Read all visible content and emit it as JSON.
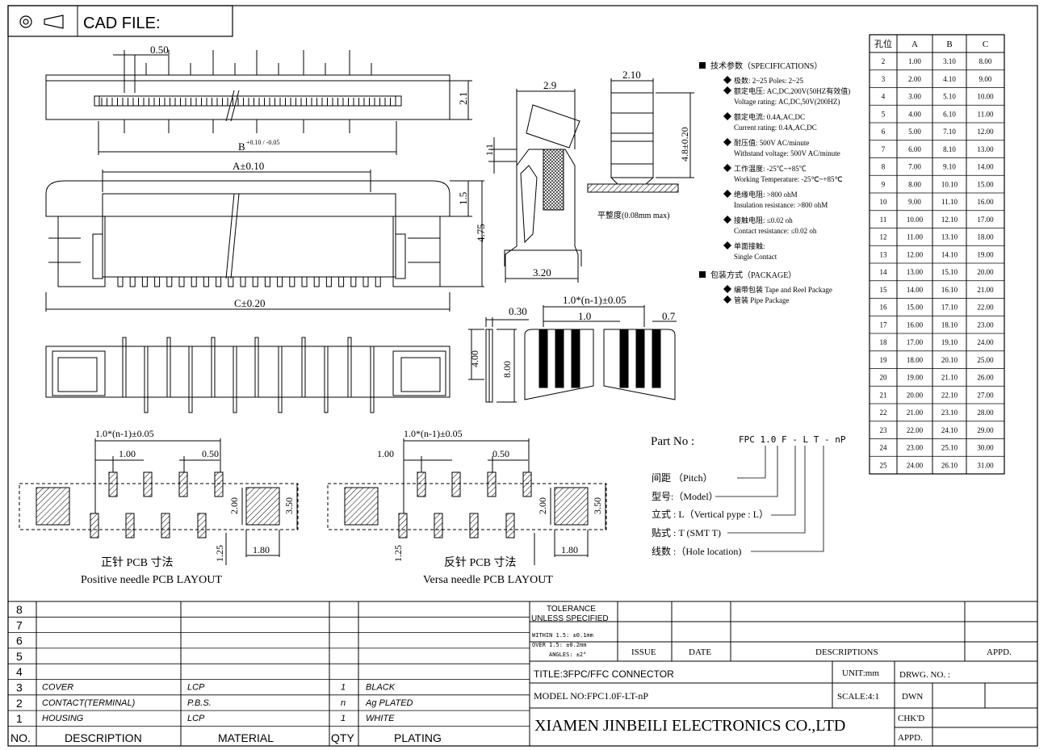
{
  "header": {
    "label": "CAD FILE:"
  },
  "dims": {
    "d050": "0.50",
    "d21": "2.1",
    "b_dim": "B",
    "b_tol": "+0.10 / -0.05",
    "a_dim": "A±0.10",
    "d15": "1.5",
    "d475": "4.75",
    "c_dim": "C±0.20",
    "d29": "2.9",
    "d11": "1.1",
    "d320": "3.20",
    "d210": "2.10",
    "d48": "4.8±0.20",
    "flatness": "平整度(0.08mm max)",
    "d030": "0.30",
    "d400": "4.00",
    "d800": "8.00",
    "pitch_top": "1.0*(n-1)±0.05",
    "d10": "1.0",
    "d07": "0.7"
  },
  "specs": [
    {
      "text": "技术参数（SPECIFICATIONS）",
      "type": "header"
    },
    {
      "text": "极数: 2~25   Poles: 2~25",
      "type": "bullet"
    },
    {
      "text": "额定电压: AC,DC,200V(50HZ有效值)",
      "type": "bullet"
    },
    {
      "text": "Voltage rating: AC,DC,50V(200HZ)",
      "type": "sub"
    },
    {
      "text": "额定电流: 0.4A,AC,DC",
      "type": "bullet"
    },
    {
      "text": "Current rating: 0.4A,AC,DC",
      "type": "sub"
    },
    {
      "text": "耐压值: 500V AC/minute",
      "type": "bullet"
    },
    {
      "text": "Withstand voltage: 500V AC/minute",
      "type": "sub"
    },
    {
      "text": "工作温度: -25℃~+85℃",
      "type": "bullet"
    },
    {
      "text": "Working Temperature: -25℃~+85℃",
      "type": "sub"
    },
    {
      "text": "绝缘电阻: >800 ohM",
      "type": "bullet"
    },
    {
      "text": "Insulation resistance: >800 ohM",
      "type": "sub"
    },
    {
      "text": "接触电阻: ≤0.02 oh",
      "type": "bullet"
    },
    {
      "text": "Contact resistance: ≤0.02 oh",
      "type": "sub"
    },
    {
      "text": "单面接触:",
      "type": "bullet"
    },
    {
      "text": "Single Contact",
      "type": "sub"
    },
    {
      "text": "包装方式（PACKAGE）",
      "type": "header"
    },
    {
      "text": "编带包装    Tape and Reel Package",
      "type": "bullet"
    },
    {
      "text": "管装   Pipe Package",
      "type": "bullet"
    }
  ],
  "table": {
    "headers": [
      "孔位",
      "A",
      "B",
      "C"
    ],
    "rows": [
      [
        "2",
        "1.00",
        "3.10",
        "8.00"
      ],
      [
        "3",
        "2.00",
        "4.10",
        "9.00"
      ],
      [
        "4",
        "3.00",
        "5.10",
        "10.00"
      ],
      [
        "5",
        "4.00",
        "6.10",
        "11.00"
      ],
      [
        "6",
        "5.00",
        "7.10",
        "12.00"
      ],
      [
        "7",
        "6.00",
        "8.10",
        "13.00"
      ],
      [
        "8",
        "7.00",
        "9.10",
        "14.00"
      ],
      [
        "9",
        "8.00",
        "10.10",
        "15.00"
      ],
      [
        "10",
        "9.00",
        "11.10",
        "16.00"
      ],
      [
        "11",
        "10.00",
        "12.10",
        "17.00"
      ],
      [
        "12",
        "11.00",
        "13.10",
        "18.00"
      ],
      [
        "13",
        "12.00",
        "14.10",
        "19.00"
      ],
      [
        "14",
        "13.00",
        "15.10",
        "20.00"
      ],
      [
        "15",
        "14.00",
        "16.10",
        "21.00"
      ],
      [
        "16",
        "15.00",
        "17.10",
        "22.00"
      ],
      [
        "17",
        "16.00",
        "18.10",
        "23.00"
      ],
      [
        "18",
        "17.00",
        "19.10",
        "24.00"
      ],
      [
        "19",
        "18.00",
        "20.10",
        "25.00"
      ],
      [
        "20",
        "19.00",
        "21.10",
        "26.00"
      ],
      [
        "21",
        "20.00",
        "22.10",
        "27.00"
      ],
      [
        "22",
        "21.00",
        "23.10",
        "28.00"
      ],
      [
        "23",
        "22.00",
        "24.10",
        "29.00"
      ],
      [
        "24",
        "23.00",
        "25.10",
        "30.00"
      ],
      [
        "25",
        "24.00",
        "26.10",
        "31.00"
      ]
    ]
  },
  "pcb": {
    "pitch": "1.0*(n-1)±0.05",
    "d100": "1.00",
    "d050": "0.50",
    "d200": "2.00",
    "d350": "3.50",
    "d125": "1.25",
    "d180": "1.80",
    "left_cn": "正针  PCB  寸法",
    "left_en": "Positive needle PCB LAYOUT",
    "right_cn": "反针  PCB  寸法",
    "right_en": "Versa needle PCB LAYOUT"
  },
  "partno": {
    "label": "Part No :",
    "code": "FPC 1.0 F - L T - nP",
    "items": [
      "间距  （Pitch）",
      "型号:（Model）",
      "立式 : L（Vertical pype : L）",
      "贴式 : T (SMT T)",
      "线数 :（Hole location)"
    ]
  },
  "bom": {
    "row_numbers": [
      "8",
      "7",
      "6",
      "5",
      "4",
      "3",
      "2",
      "1"
    ],
    "rows": {
      "3": {
        "desc": "COVER",
        "material": "LCP",
        "qty": "1",
        "plating": "BLACK"
      },
      "2": {
        "desc": "CONTACT(TERMINAL)",
        "material": "P.B.S.",
        "qty": "n",
        "plating": "Ag PLATED"
      },
      "1": {
        "desc": "HOUSING",
        "material": "LCP",
        "qty": "1",
        "plating": "WHITE"
      }
    },
    "headers": {
      "no": "NO.",
      "desc": "DESCRIPTION",
      "material": "MATERIAL",
      "qty": "QTY",
      "plating": "PLATING"
    }
  },
  "titleblock": {
    "tolerance": "TOLERANCE",
    "unless": "UNLESS SPECIFIED",
    "within": "WITHIN 1.5: ±0.1mm",
    "over": "OVER 1.5: ±0.2mm",
    "angles": "ANGLES: ±2°",
    "issue": "ISSUE",
    "date": "DATE",
    "descriptions": "DESCRIPTIONS",
    "appd": "APPD.",
    "title": "TITLE:3FPC/FFC  CONNECTOR",
    "unit": "UNIT:mm",
    "drwg": "DRWG.  NO. :",
    "model": "MODEL NO:FPC1.0F-LT-nP",
    "scale": "SCALE:4:1",
    "dwn": "DWN",
    "company": "XIAMEN JINBEILI ELECTRONICS CO.,LTD",
    "chkd": "CHK'D",
    "appd2": "APPD."
  }
}
